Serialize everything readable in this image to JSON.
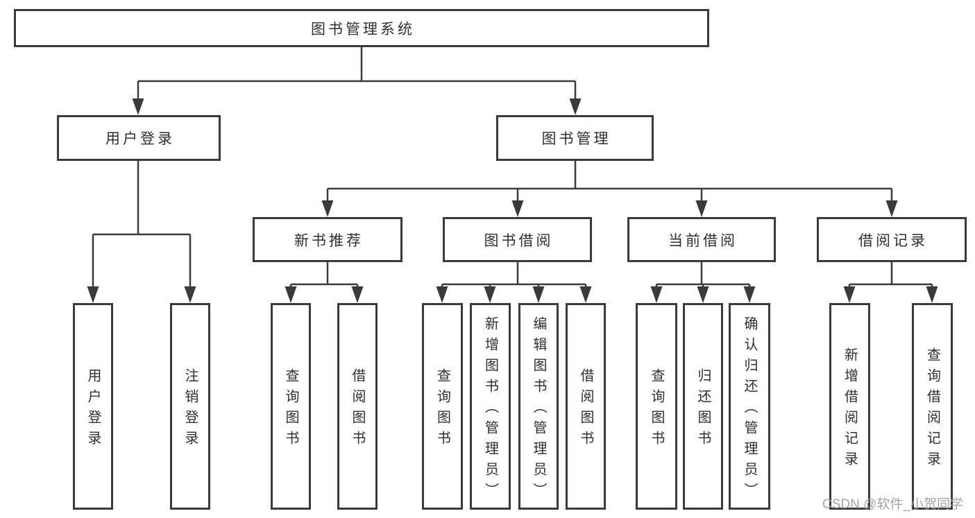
{
  "diagram": {
    "root": {
      "label": "图书管理系统"
    },
    "branches": [
      {
        "label": "用户登录",
        "leaves": [
          "用户登录",
          "注销登录"
        ]
      },
      {
        "label": "图书管理",
        "groups": [
          {
            "label": "新书推荐",
            "leaves": [
              "查询图书",
              "借阅图书"
            ]
          },
          {
            "label": "图书借阅",
            "leaves": [
              "查询图书",
              "新增图书（管理员）",
              "编辑图书（管理员）",
              "借阅图书"
            ]
          },
          {
            "label": "当前借阅",
            "leaves": [
              "查询图书",
              "归还图书",
              "确认归还（管理员）"
            ]
          },
          {
            "label": "借阅记录",
            "leaves": [
              "新增借阅记录",
              "查询借阅记录"
            ]
          }
        ]
      }
    ]
  },
  "watermark": {
    "text": "CSDN @软件_小贺同学"
  },
  "colors": {
    "line": "#3a3a3a",
    "box_border": "#3a3a3a",
    "box_fill": "#ffffff",
    "text": "#2e2e2e",
    "watermark": "#9e9e9e",
    "background": "#ffffff"
  }
}
